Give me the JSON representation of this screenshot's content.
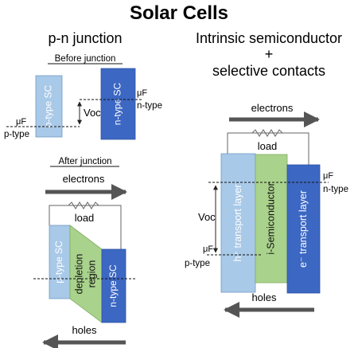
{
  "title": "Solar Cells",
  "left": {
    "heading": "p-n junction",
    "before": {
      "heading": "Before junction",
      "p_block": "p-type SC",
      "n_block": "n-type SC",
      "mu_p": "μF",
      "mu_p_type": "p-type",
      "mu_n": "μF",
      "mu_n_type": "n-type",
      "voc": "Voc"
    },
    "after": {
      "heading": "After junction",
      "electrons": "electrons",
      "load": "load",
      "p_block": "p-type SC",
      "depletion": [
        "depletion",
        "region"
      ],
      "n_block": "n-type SC",
      "holes": "holes"
    }
  },
  "right": {
    "heading_lines": [
      "Intrinsic semiconductor",
      "+",
      "selective contacts"
    ],
    "electrons": "electrons",
    "load": "load",
    "h_layer": "h⁺ transport layer",
    "i_layer": "i-Semiconductor",
    "e_layer": "e⁻ transport layer",
    "mu_n": "μF",
    "mu_n_type": "n-type",
    "voc": "Voc",
    "mu_p": "μF",
    "mu_p_type": "p-type",
    "holes": "holes"
  },
  "colors": {
    "light_blue": "#a9c9e8",
    "dark_blue": "#3c67c2",
    "green": "#a9d28c",
    "arrow_gray": "#555555"
  }
}
